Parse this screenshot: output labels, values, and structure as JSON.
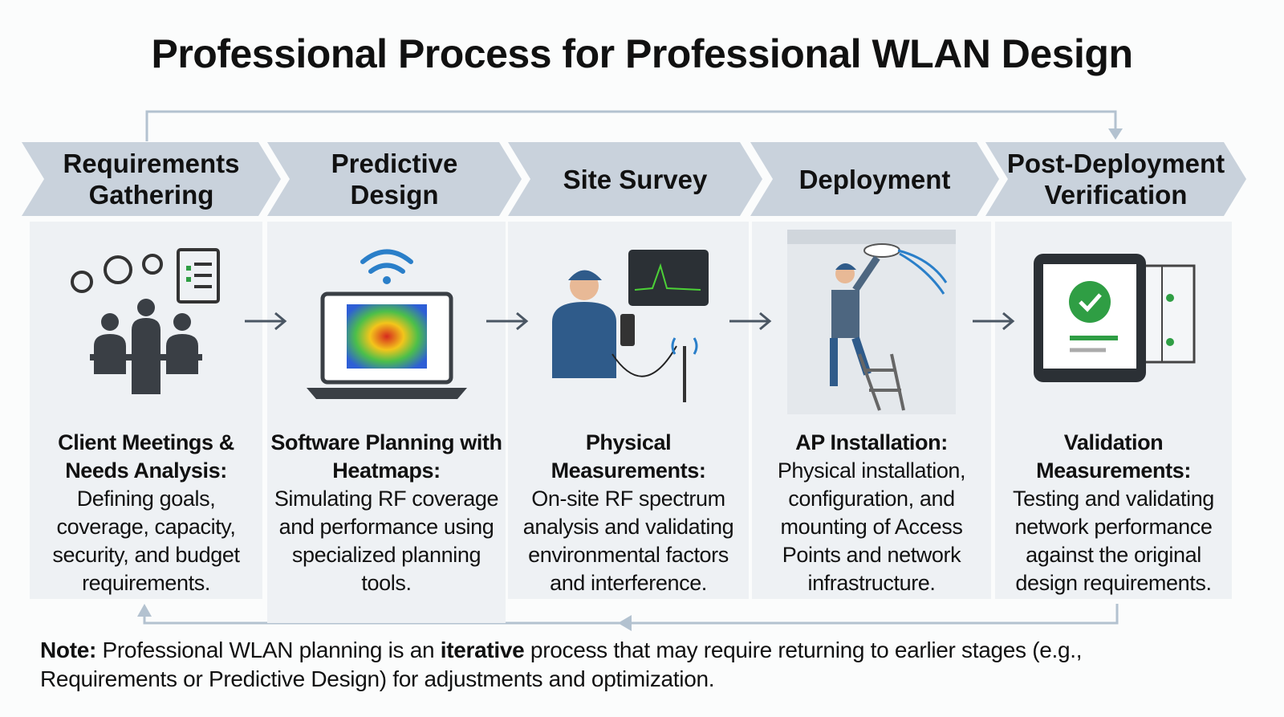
{
  "title": "Professional  Process for Professional WLAN Design",
  "steps": [
    {
      "label": "Requirements Gathering",
      "heading": "Client Meetings & Needs Analysis:",
      "text": "Defining goals, coverage, capacity, security, and budget requirements.",
      "icon": "meeting-icon"
    },
    {
      "label": "Predictive Design",
      "heading": "Software Planning with Heatmaps:",
      "text": "Simulating RF coverage and performance using specialized planning tools.",
      "icon": "laptop-heatmap-icon"
    },
    {
      "label": "Site Survey",
      "heading": "Physical Measurements:",
      "text": "On-site RF spectrum analysis and validating environmental factors and interference.",
      "icon": "surveyor-icon"
    },
    {
      "label": "Deployment",
      "heading": "AP Installation:",
      "text": "Physical installation, configuration, and mounting of Access Points and network infrastructure.",
      "icon": "installer-icon"
    },
    {
      "label": "Post-Deployment Verification",
      "heading": "Validation Measurements:",
      "text": "Testing and validating network performance against the original design requirements.",
      "icon": "tablet-check-icon"
    }
  ],
  "note": {
    "label": "Note:",
    "text1": " Professional WLAN planning is an ",
    "emphasis": "iterative",
    "text2": " process that may require returning to earlier stages (e.g., Requirements or Predictive Design) for adjustments and optimization."
  },
  "colors": {
    "chevron": "#c9d2dc",
    "panel": "#eef1f4",
    "line": "#b3c2d0",
    "accent": "#2f9e44"
  }
}
